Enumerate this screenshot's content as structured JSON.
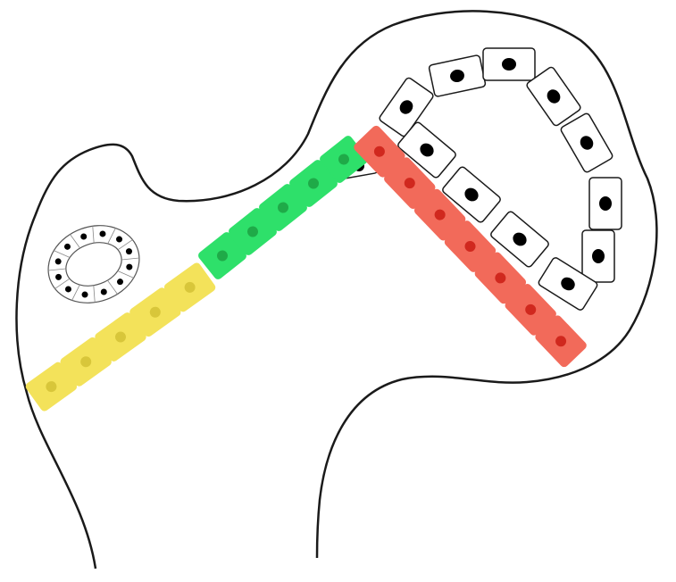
{
  "diagram": {
    "colors": {
      "outline": "#1a1a1a",
      "yellow_cell": "#f3e25a",
      "yellow_nucleus": "#d8c63a",
      "green_cell": "#2ee06a",
      "green_nucleus": "#1faa48",
      "red_cell": "#f26a5a",
      "red_nucleus": "#d0281e",
      "white_cell": "#ffffff",
      "nucleus": "#000000"
    },
    "chains": [
      {
        "name": "yellow",
        "cell_count": 5
      },
      {
        "name": "green",
        "cell_count": 5
      },
      {
        "name": "red",
        "cell_count": 7
      }
    ],
    "white_cell_count": 12,
    "vessel_cell_count": 12
  }
}
